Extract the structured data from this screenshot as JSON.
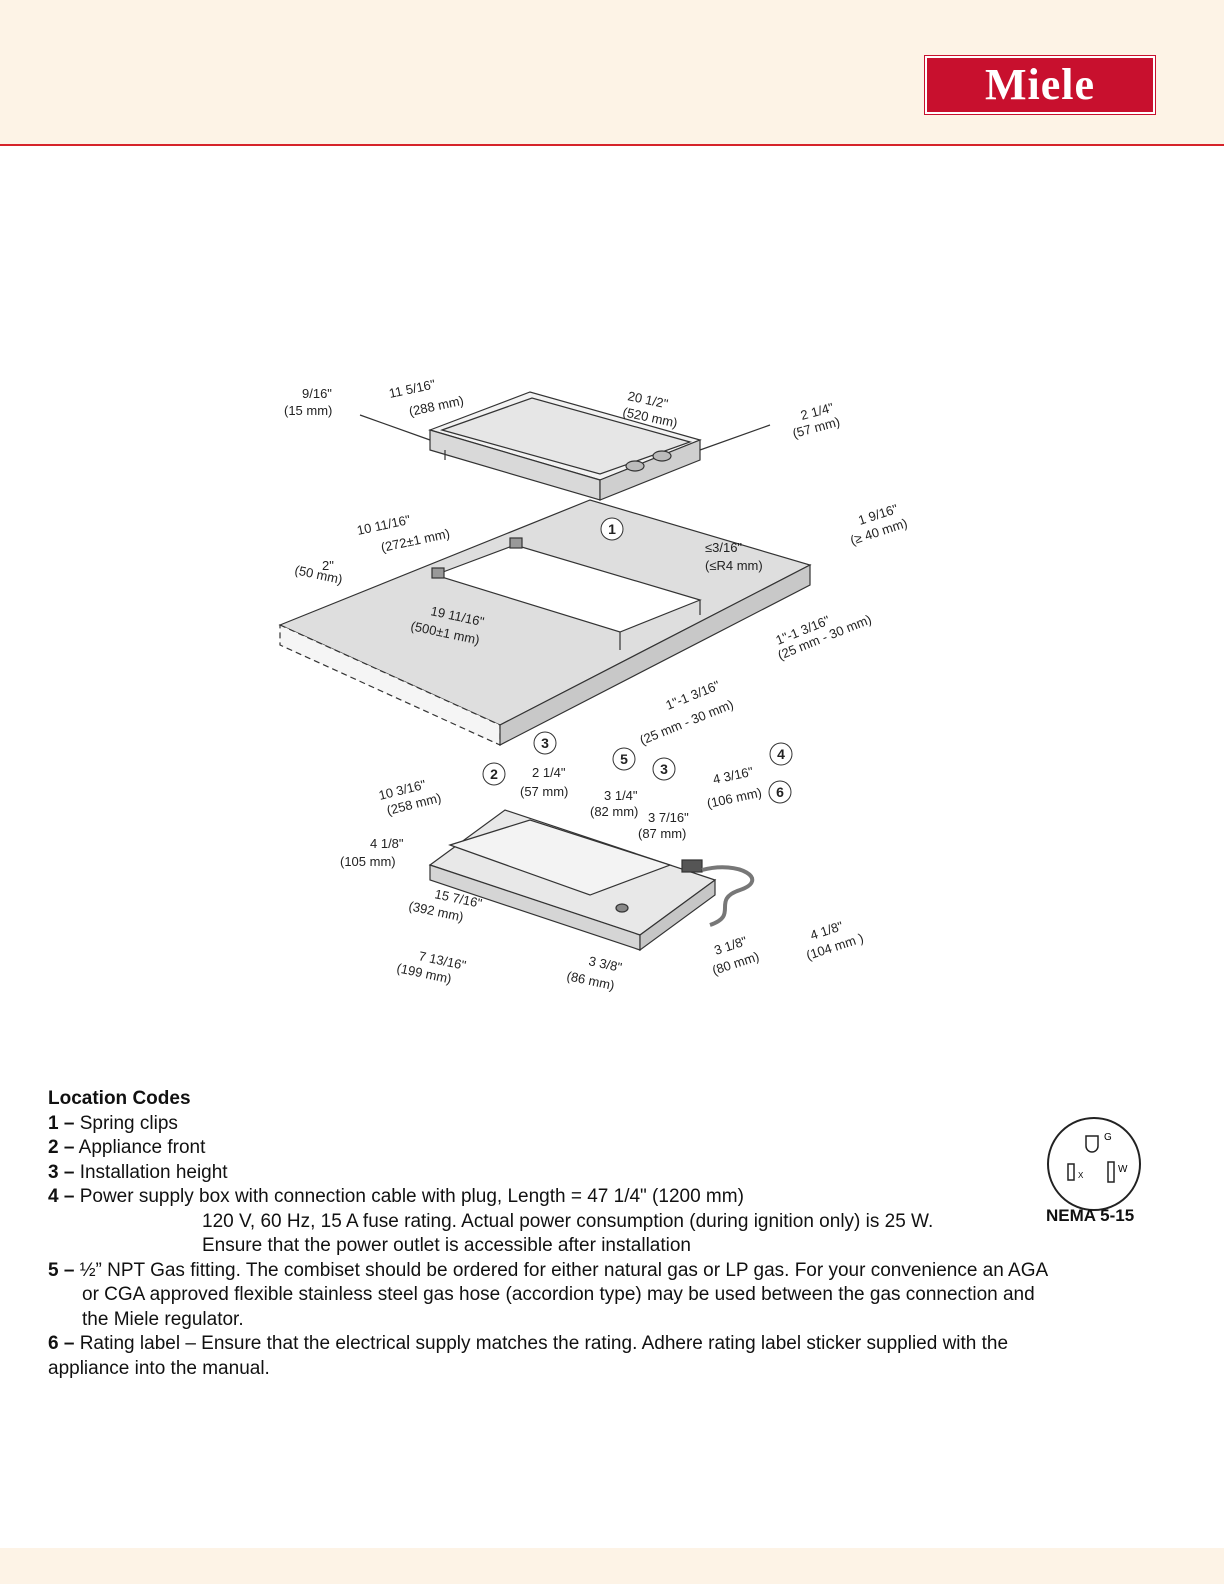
{
  "brand": {
    "logo_text": "Miele",
    "accent": "#c8102e"
  },
  "drawing": {
    "unit_labels": {
      "d1_in": "9/16\"",
      "d1_mm": "(15 mm)",
      "d2_in": "11 5/16\"",
      "d2_mm": "(288 mm)",
      "d3_in": "20 1/2\"",
      "d3_mm": "(520 mm)",
      "d4_in": "2 1/4\"",
      "d4_mm": "(57 mm)",
      "d5_in": "10 11/16\"",
      "d5_mm": "(272±1 mm)",
      "d6_in": "2\"",
      "d6_mm": "(50 mm)",
      "d7_in": "19 11/16\"",
      "d7_mm": "(500±1 mm)",
      "d8_in": "≤3/16\"",
      "d8_mm": "(≤R4 mm)",
      "d9_in": "1 9/16\"",
      "d9_mm": "(≥ 40 mm)",
      "d10_in": "1\"-1 3/16\"",
      "d10_mm": "(25 mm - 30 mm)",
      "d11_in": "1\"-1 3/16\"",
      "d11_mm": "(25 mm - 30 mm)",
      "d12_in": "10 3/16\"",
      "d12_mm": "(258 mm)",
      "d13_in": "2 1/4\"",
      "d13_mm": "(57 mm)",
      "d14_in": "3 1/4\"",
      "d14_mm": "(82 mm)",
      "d15_in": "3 7/16\"",
      "d15_mm": "(87 mm)",
      "d16_in": "4 3/16\"",
      "d16_mm": "(106 mm)",
      "d17_in": "4 1/8\"",
      "d17_mm": "(105 mm)",
      "d18_in": "15 7/16\"",
      "d18_mm": "(392 mm)",
      "d19_in": "7 13/16\"",
      "d19_mm": "(199 mm)",
      "d20_in": "3 3/8\"",
      "d20_mm": "(86 mm)",
      "d21_in": "3 1/8\"",
      "d21_mm": "(80 mm)",
      "d22_in": "4 1/8\"",
      "d22_mm": "(104 mm )"
    },
    "callouts": [
      "1",
      "2",
      "3",
      "3",
      "4",
      "5",
      "6"
    ]
  },
  "codes": {
    "title": "Location Codes",
    "items": [
      {
        "num": "1 –",
        "text": "Spring clips"
      },
      {
        "num": "2 –",
        "text": "Appliance front"
      },
      {
        "num": "3 –",
        "text": "Installation height"
      },
      {
        "num": "4 –",
        "text": "Power supply box with connection cable with plug, Length = 47 1/4\" (1200 mm)"
      },
      {
        "num": "5 –",
        "text": "½” NPT Gas fitting. The combiset should be ordered for either natural gas or LP gas. For your convenience an AGA"
      },
      {
        "num": "6 –",
        "text": "Rating label – Ensure that the electrical supply matches the rating. Adhere rating label sticker supplied with the"
      }
    ],
    "item4_line2": "120 V, 60 Hz, 15 A fuse rating. Actual power consumption (during ignition only) is 25 W.",
    "item4_line3": "Ensure that the power outlet is accessible after installation",
    "item5_line2": "or CGA approved flexible stainless steel gas hose (accordion type) may be used between the gas connection and",
    "item5_line3": "the Miele regulator.",
    "item6_line2": "appliance into the manual."
  },
  "nema": {
    "label": "NEMA 5-15",
    "g": "G",
    "w": "W",
    "x": "X"
  }
}
